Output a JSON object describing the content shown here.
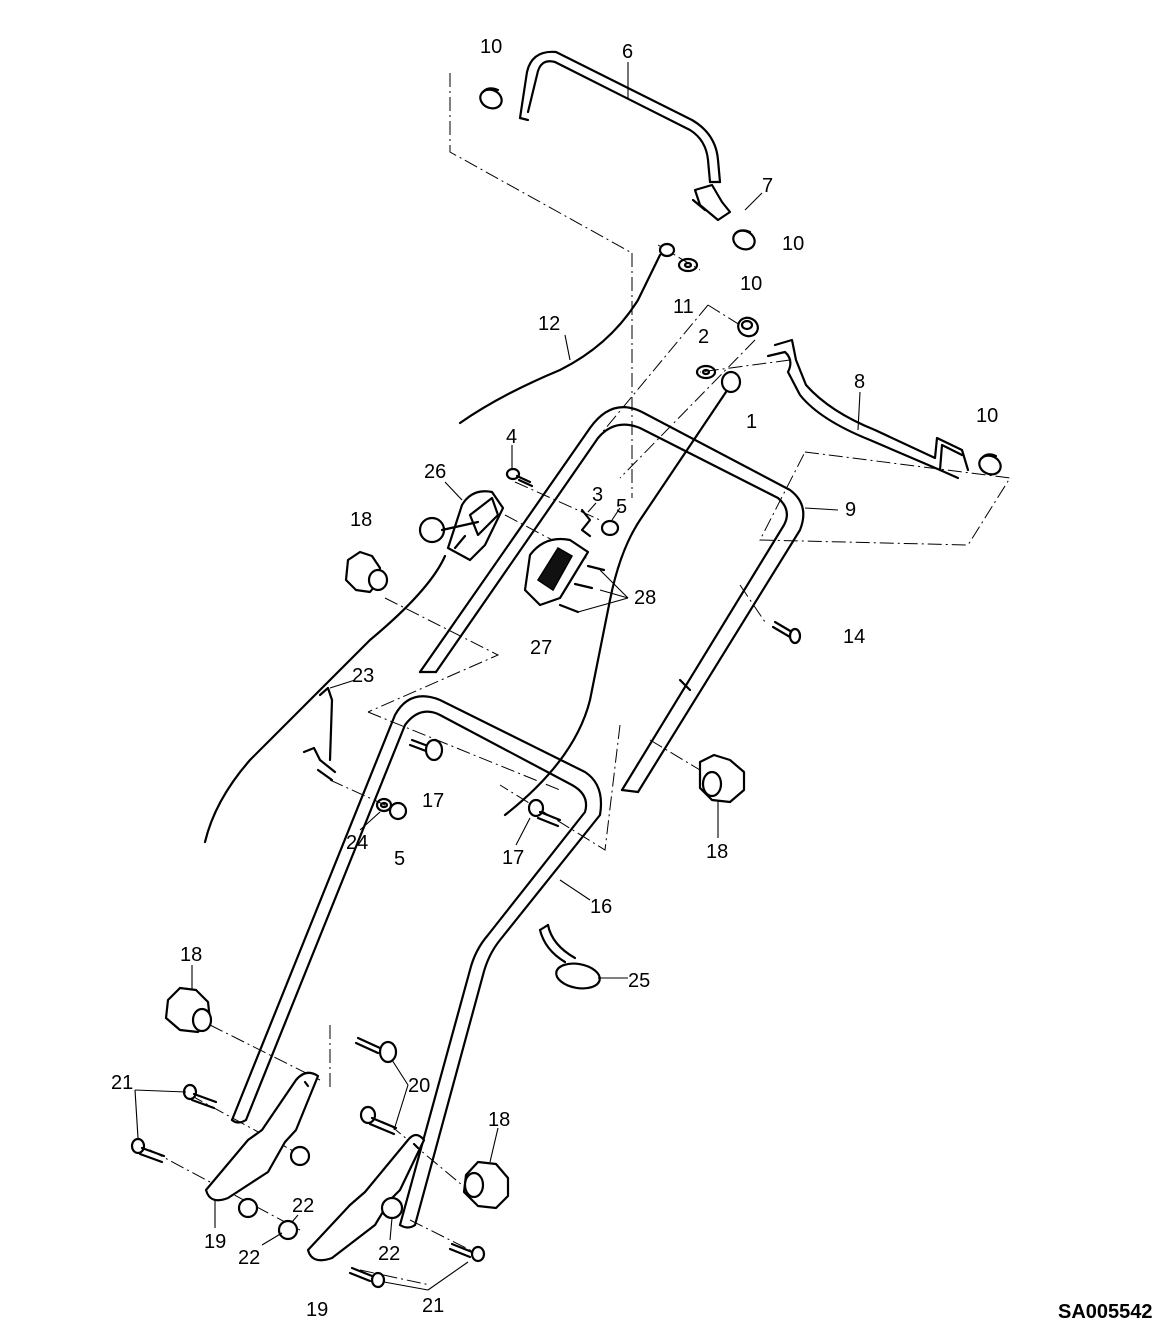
{
  "diagram": {
    "document_id": "SA005542",
    "callouts": [
      {
        "id": "c10a",
        "text": "10"
      },
      {
        "id": "c6",
        "text": "6"
      },
      {
        "id": "c7",
        "text": "7"
      },
      {
        "id": "c10b",
        "text": "10"
      },
      {
        "id": "c10c",
        "text": "10"
      },
      {
        "id": "c11",
        "text": "11"
      },
      {
        "id": "c2",
        "text": "2"
      },
      {
        "id": "c12",
        "text": "12"
      },
      {
        "id": "c8",
        "text": "8"
      },
      {
        "id": "c10d",
        "text": "10"
      },
      {
        "id": "c1",
        "text": "1"
      },
      {
        "id": "c4",
        "text": "4"
      },
      {
        "id": "c26",
        "text": "26"
      },
      {
        "id": "c3",
        "text": "3"
      },
      {
        "id": "c5a",
        "text": "5"
      },
      {
        "id": "c9",
        "text": "9"
      },
      {
        "id": "c18a",
        "text": "18"
      },
      {
        "id": "c28",
        "text": "28"
      },
      {
        "id": "c14",
        "text": "14"
      },
      {
        "id": "c27",
        "text": "27"
      },
      {
        "id": "c23",
        "text": "23"
      },
      {
        "id": "c17a",
        "text": "17"
      },
      {
        "id": "c24",
        "text": "24"
      },
      {
        "id": "c5b",
        "text": "5"
      },
      {
        "id": "c17b",
        "text": "17"
      },
      {
        "id": "c18b",
        "text": "18"
      },
      {
        "id": "c16",
        "text": "16"
      },
      {
        "id": "c18c",
        "text": "18"
      },
      {
        "id": "c25",
        "text": "25"
      },
      {
        "id": "c21a",
        "text": "21"
      },
      {
        "id": "c20",
        "text": "20"
      },
      {
        "id": "c18d",
        "text": "18"
      },
      {
        "id": "c22a",
        "text": "22"
      },
      {
        "id": "c19a",
        "text": "19"
      },
      {
        "id": "c22b",
        "text": "22"
      },
      {
        "id": "c22c",
        "text": "22"
      },
      {
        "id": "c19b",
        "text": "19"
      },
      {
        "id": "c21b",
        "text": "21"
      }
    ]
  }
}
